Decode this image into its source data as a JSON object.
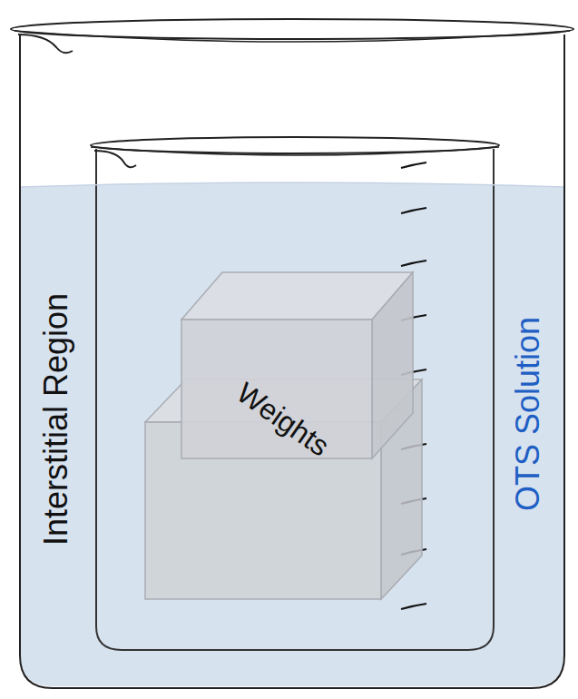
{
  "diagram": {
    "labels": [
      "Interstitial Region",
      "Weights",
      "OTS Solution"
    ]
  }
}
